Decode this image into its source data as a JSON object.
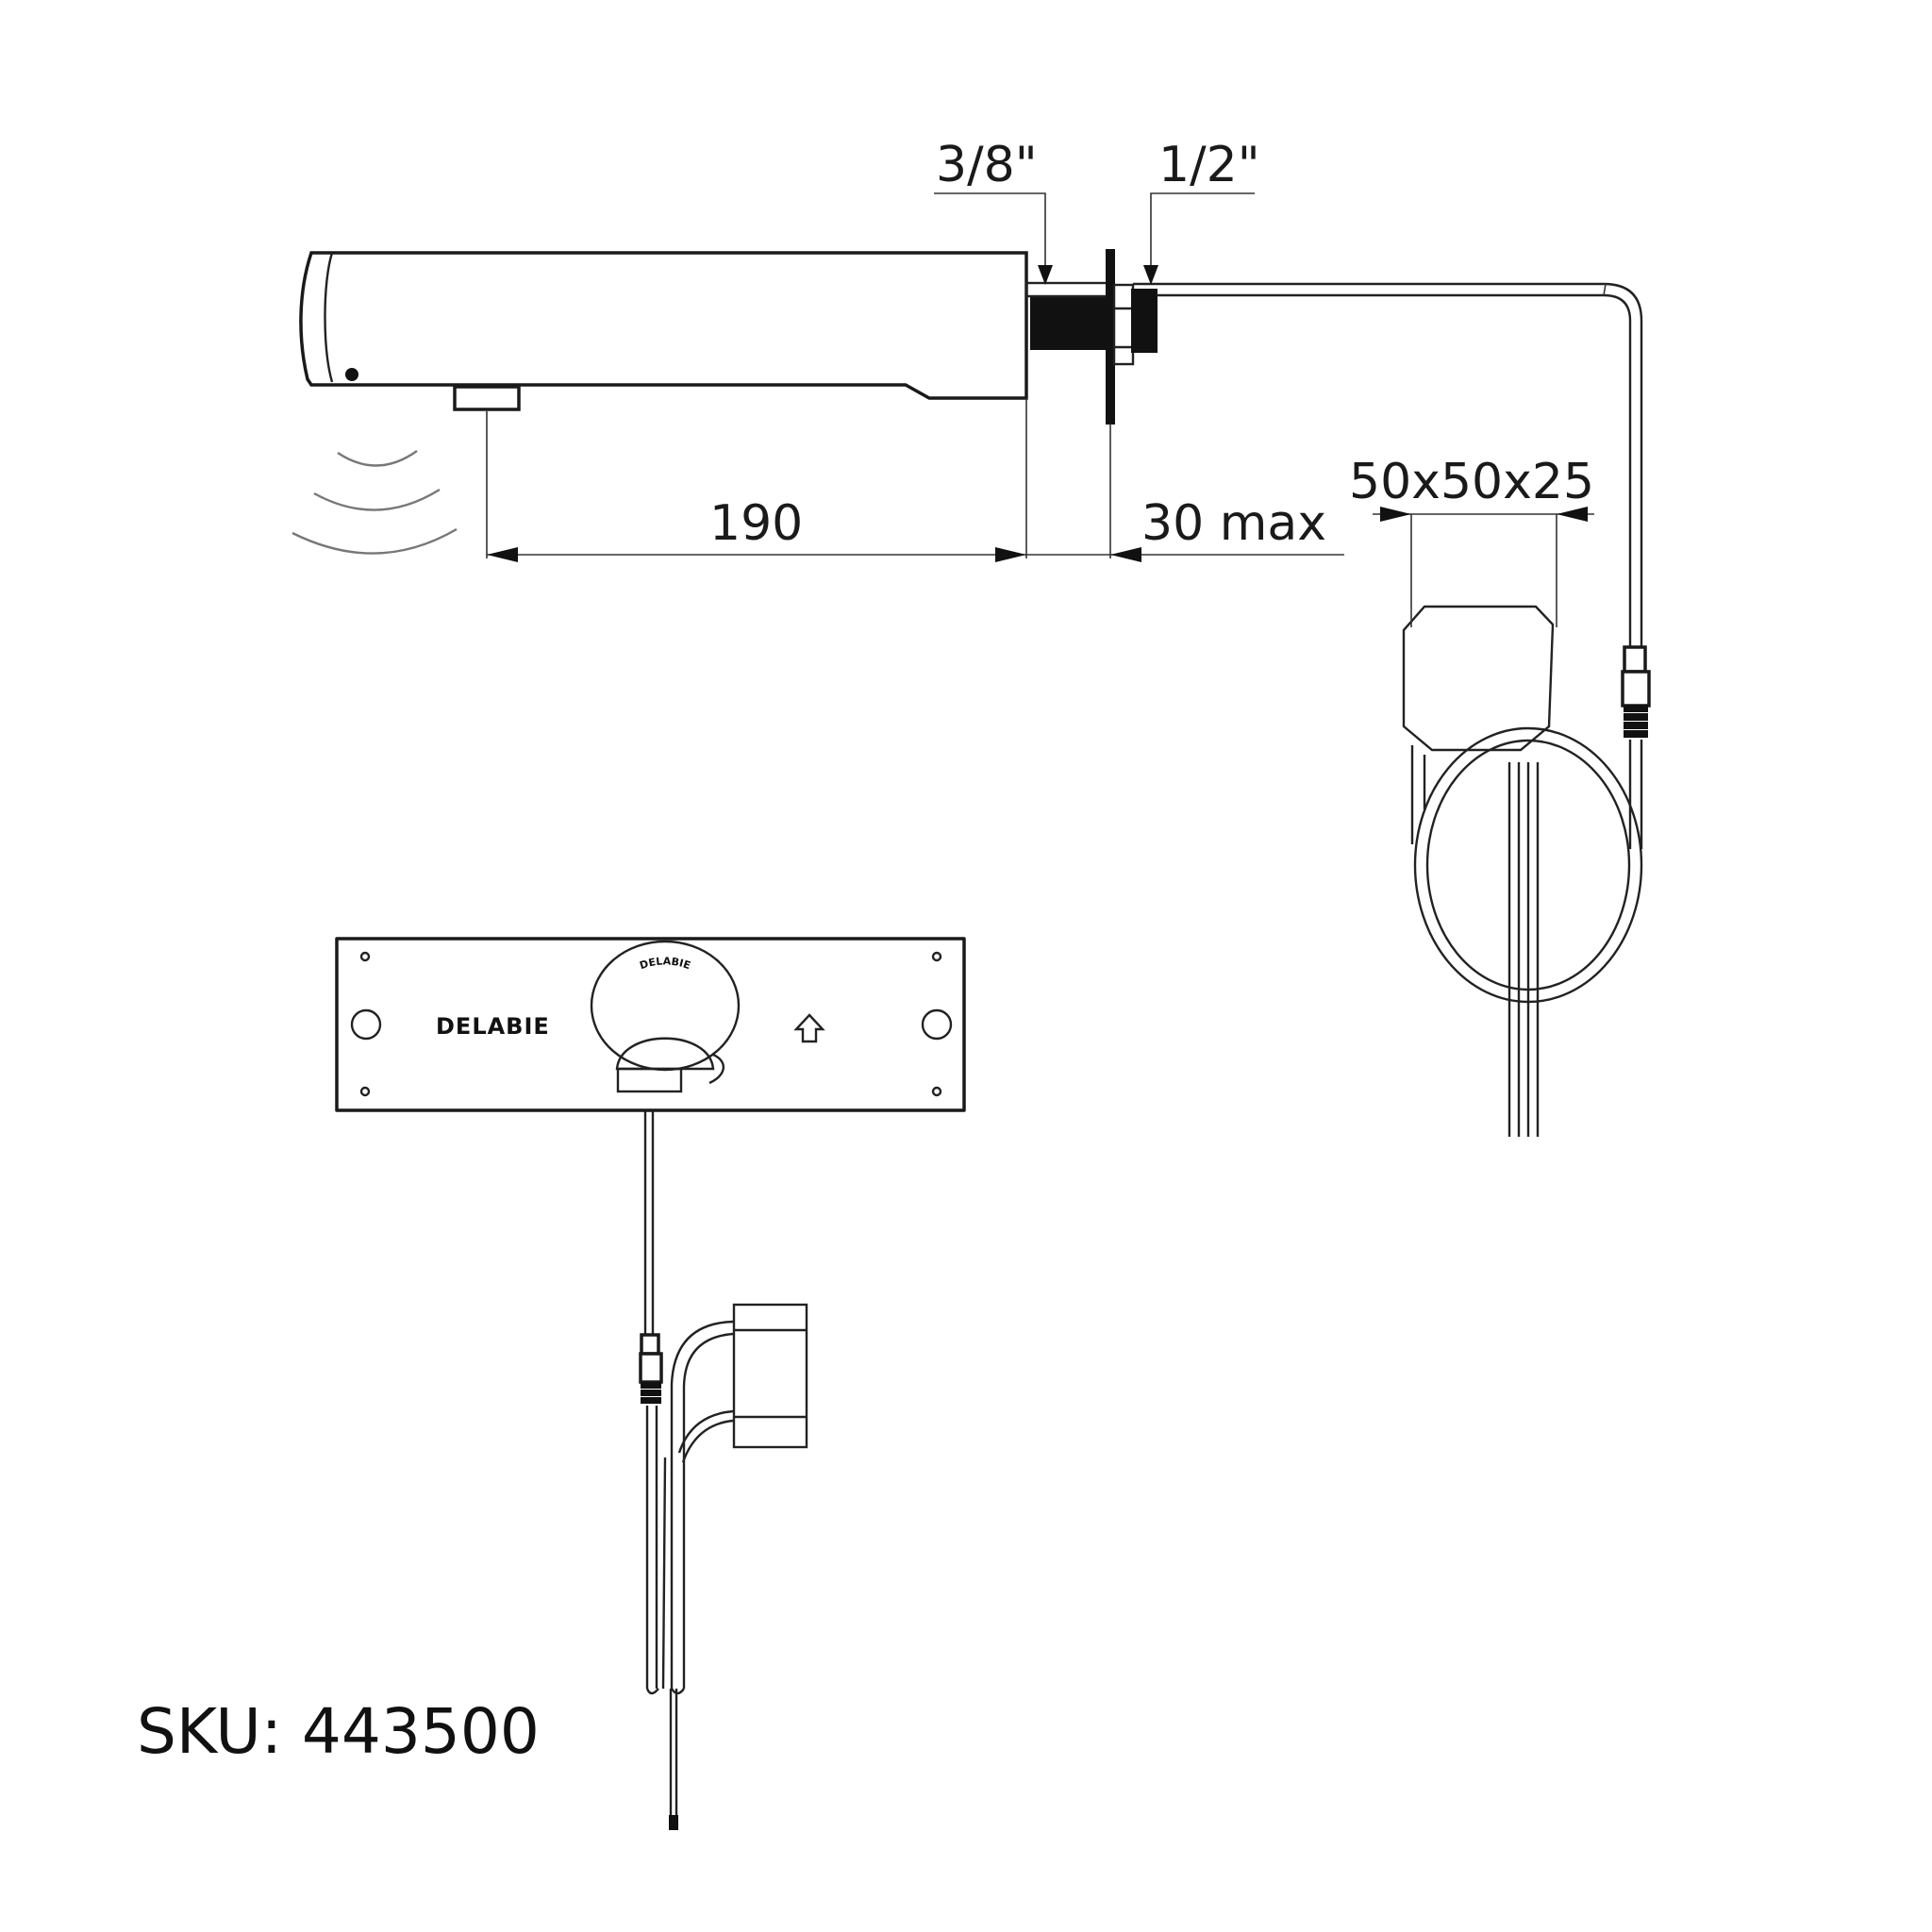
{
  "drawing": {
    "title": "Technical drawing – electronic wall-mounted tap with sensor and wall plate",
    "background": "#ffffff",
    "line_color": "#1a1a1a"
  },
  "dimensions": {
    "inlet_thread": "3/8\"",
    "supply_thread": "1/2\"",
    "spout_projection": "190",
    "wall_thickness": "30 max",
    "junction_box": "50x50x25"
  },
  "wall_plate": {
    "brand_label": "DELABIE",
    "sensor_brand_label": "DELABIE",
    "up_arrow_icon": "arrow-up-outline"
  },
  "footer": {
    "sku_label": "SKU: 443500"
  }
}
